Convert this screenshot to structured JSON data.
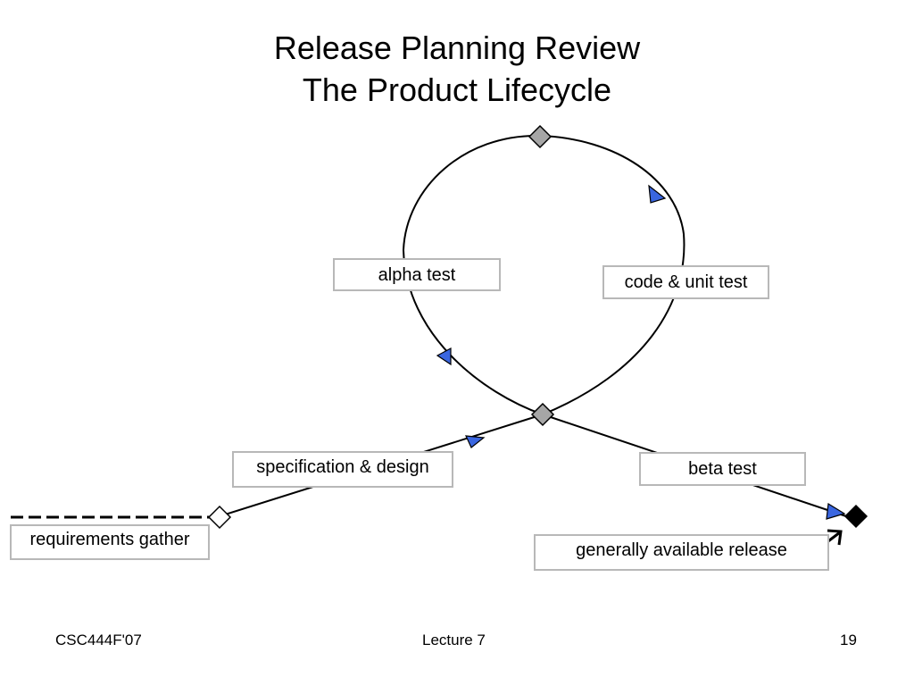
{
  "slide": {
    "title_line1": "Release Planning Review",
    "title_line2": "The Product Lifecycle"
  },
  "diagram": {
    "labels": {
      "alpha_test": "alpha test",
      "code_unit_test": "code & unit test",
      "specification_design": "specification & design",
      "beta_test": "beta test",
      "requirements_gather": "requirements gather",
      "generally_available_release": "generally available release"
    },
    "colors": {
      "arrow_fill": "#3a66e0",
      "milestone_fill": "#a6a6a6",
      "start_milestone_fill": "#ffffff",
      "end_milestone_fill": "#000000",
      "label_border": "#b8b8b8",
      "line": "#000000"
    }
  },
  "footer": {
    "course": "CSC444F'07",
    "lecture": "Lecture 7",
    "page_number": "19"
  }
}
